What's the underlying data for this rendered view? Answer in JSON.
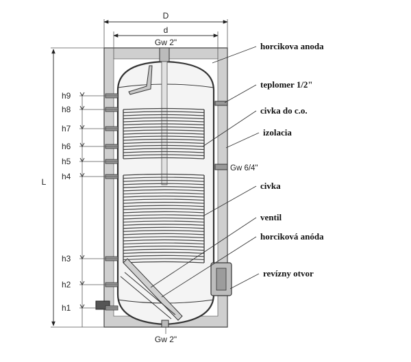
{
  "dimensions": {
    "outer_diameter": "D",
    "inner_diameter": "d",
    "length": "L",
    "top_thread": "Gw 2\"",
    "bottom_thread": "Gw 2\"",
    "side_thread": "Gw 6/4\""
  },
  "heights": [
    "h9",
    "h8",
    "h7",
    "h6",
    "h5",
    "h4",
    "h3",
    "h2",
    "h1"
  ],
  "callouts": [
    "horcikova anoda",
    "teplomer 1/2\"",
    "civka do c.o.",
    "izolacia",
    "civka",
    "ventil",
    "horciková anóda",
    "revízny otvor"
  ]
}
